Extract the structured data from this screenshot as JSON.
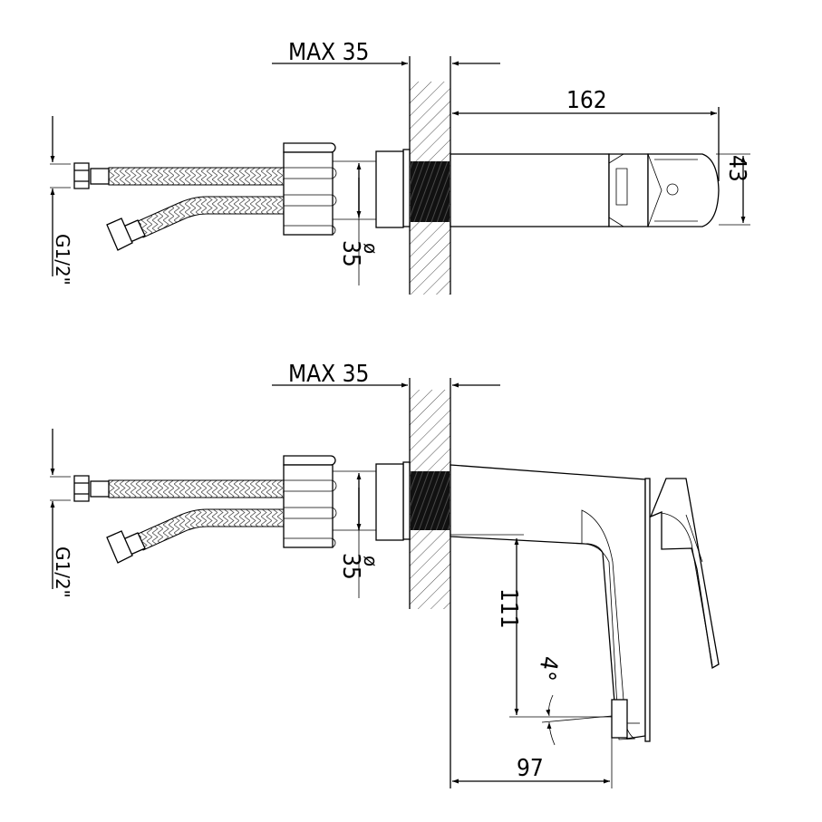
{
  "top_view": {
    "wall_max_label": "MAX 35",
    "length_label": "162",
    "height_label": "43",
    "diameter_symbol": "ø",
    "diameter_label": "35",
    "thread_label": "G1/2\""
  },
  "side_view": {
    "wall_max_label": "MAX 35",
    "diameter_symbol": "ø",
    "diameter_label": "35",
    "thread_label": "G1/2\"",
    "spout_height_label": "111",
    "angle_label": "4°",
    "projection_label": "97"
  },
  "colors": {
    "line": "#000000",
    "background": "#ffffff",
    "seal": "#222222"
  }
}
